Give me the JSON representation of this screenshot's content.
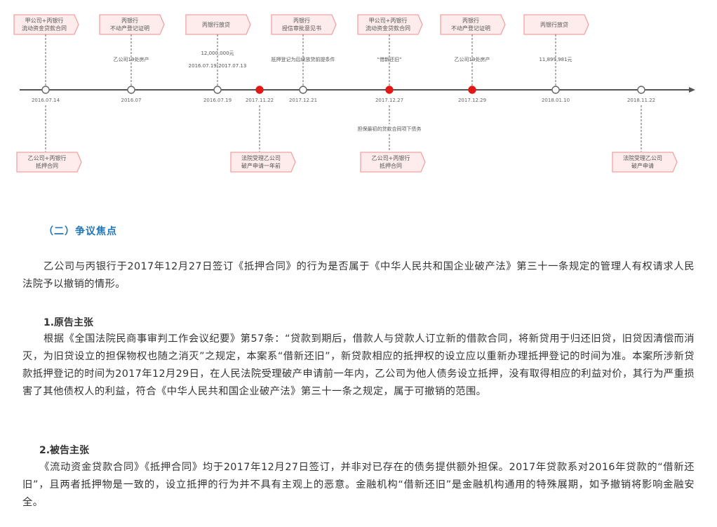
{
  "timeline": {
    "colors": {
      "box_border": "#f0a3a3",
      "box_fill": "#fdeceb",
      "axis": "#555555",
      "event_red": "#e01818",
      "event_hollow": "#ffffff"
    },
    "top_events": [
      {
        "box": [
          "甲公司+丙银行",
          "流动资金贷款合同"
        ],
        "notes": [],
        "date": "2016.07.14",
        "marker": "hollow"
      },
      {
        "box": [
          "丙银行",
          "不动产登记证明"
        ],
        "notes": [
          "乙公司19处房产"
        ],
        "date": "2016.07",
        "marker": "hollow"
      },
      {
        "box": [
          "丙银行放贷"
        ],
        "notes": [
          "12,000,000元",
          "2016.07.19-2017.07.13"
        ],
        "date": "2016.07.19",
        "marker": "hollow"
      },
      {
        "box": [
          "丙银行",
          "授信审批意见书"
        ],
        "notes": [
          "抵押登记为后续放贷前提条件"
        ],
        "date": "2017.12.21",
        "marker": "hollow"
      },
      {
        "box": [
          "甲公司+丙银行",
          "流动资金贷款合同"
        ],
        "notes": [
          "“借新还旧”"
        ],
        "date": "2017.12.27",
        "marker": "red"
      },
      {
        "box": [
          "丙银行",
          "不动产登记证明"
        ],
        "notes": [
          "乙公司19处房产"
        ],
        "date": "2017.12.29",
        "marker": "red"
      },
      {
        "box": [
          "丙银行放贷"
        ],
        "notes": [
          "11,899,981元"
        ],
        "date": "2018.01.10",
        "marker": "hollow"
      }
    ],
    "bottom_events": [
      {
        "box": [
          "乙公司+丙银行",
          "抵押合同"
        ],
        "notes": [],
        "date_ref": "2016.07.14"
      },
      {
        "box": [
          "法院受理乙公司",
          "破产申请一年前"
        ],
        "notes": [],
        "date": "2017.11.22",
        "marker": "red"
      },
      {
        "box": [
          "乙公司+丙银行",
          "抵押合同"
        ],
        "notes": [
          "担保最初的贷款合同项下债务"
        ],
        "date_ref": "2017.12.27"
      },
      {
        "box": [
          "法院受理乙公司",
          "破产申请"
        ],
        "notes": [],
        "date": "2018.11.22",
        "marker": "hollow"
      }
    ]
  },
  "article": {
    "section_title": "（二）争议焦点",
    "para_dispute": "乙公司与丙银行于2017年12月27日签订《抵押合同》的行为是否属于《中华人民共和国企业破产法》第三十一条规定的管理人有权请求人民法院予以撤销的情形。",
    "plaintiff_title": "1.原告主张",
    "para_plaintiff": "根据《全国法院民商事审判工作会议纪要》第57条：“贷款到期后，借款人与贷款人订立新的借款合同，将新贷用于归还旧贷，旧贷因清偿而消灭，为旧贷设立的担保物权也随之消灭”之规定，本案系“借新还旧”，新贷款相应的抵押权的设立应以重新办理抵押登记的时间为准。本案所涉新贷款抵押登记的时间为2017年12月29日，在人民法院受理破产申请前一年内，乙公司为他人债务设立抵押，没有取得相应的利益对价，其行为严重损害了其他债权人的利益，符合《中华人民共和国企业破产法》第三十一条之规定，属于可撤销的范围。",
    "defendant_title": "2.被告主张",
    "para_defendant": "《流动资金贷款合同》《抵押合同》均于2017年12月27日签订，并非对已存在的债务提供额外担保。2017年贷款系对2016年贷款的“借新还旧”，且两者抵押物是一致的，设立抵押的行为并不具有主观上的恶意。金融机构“借新还旧”是金融机构通用的特殊展期，如予撤销将影响金融安全。"
  }
}
